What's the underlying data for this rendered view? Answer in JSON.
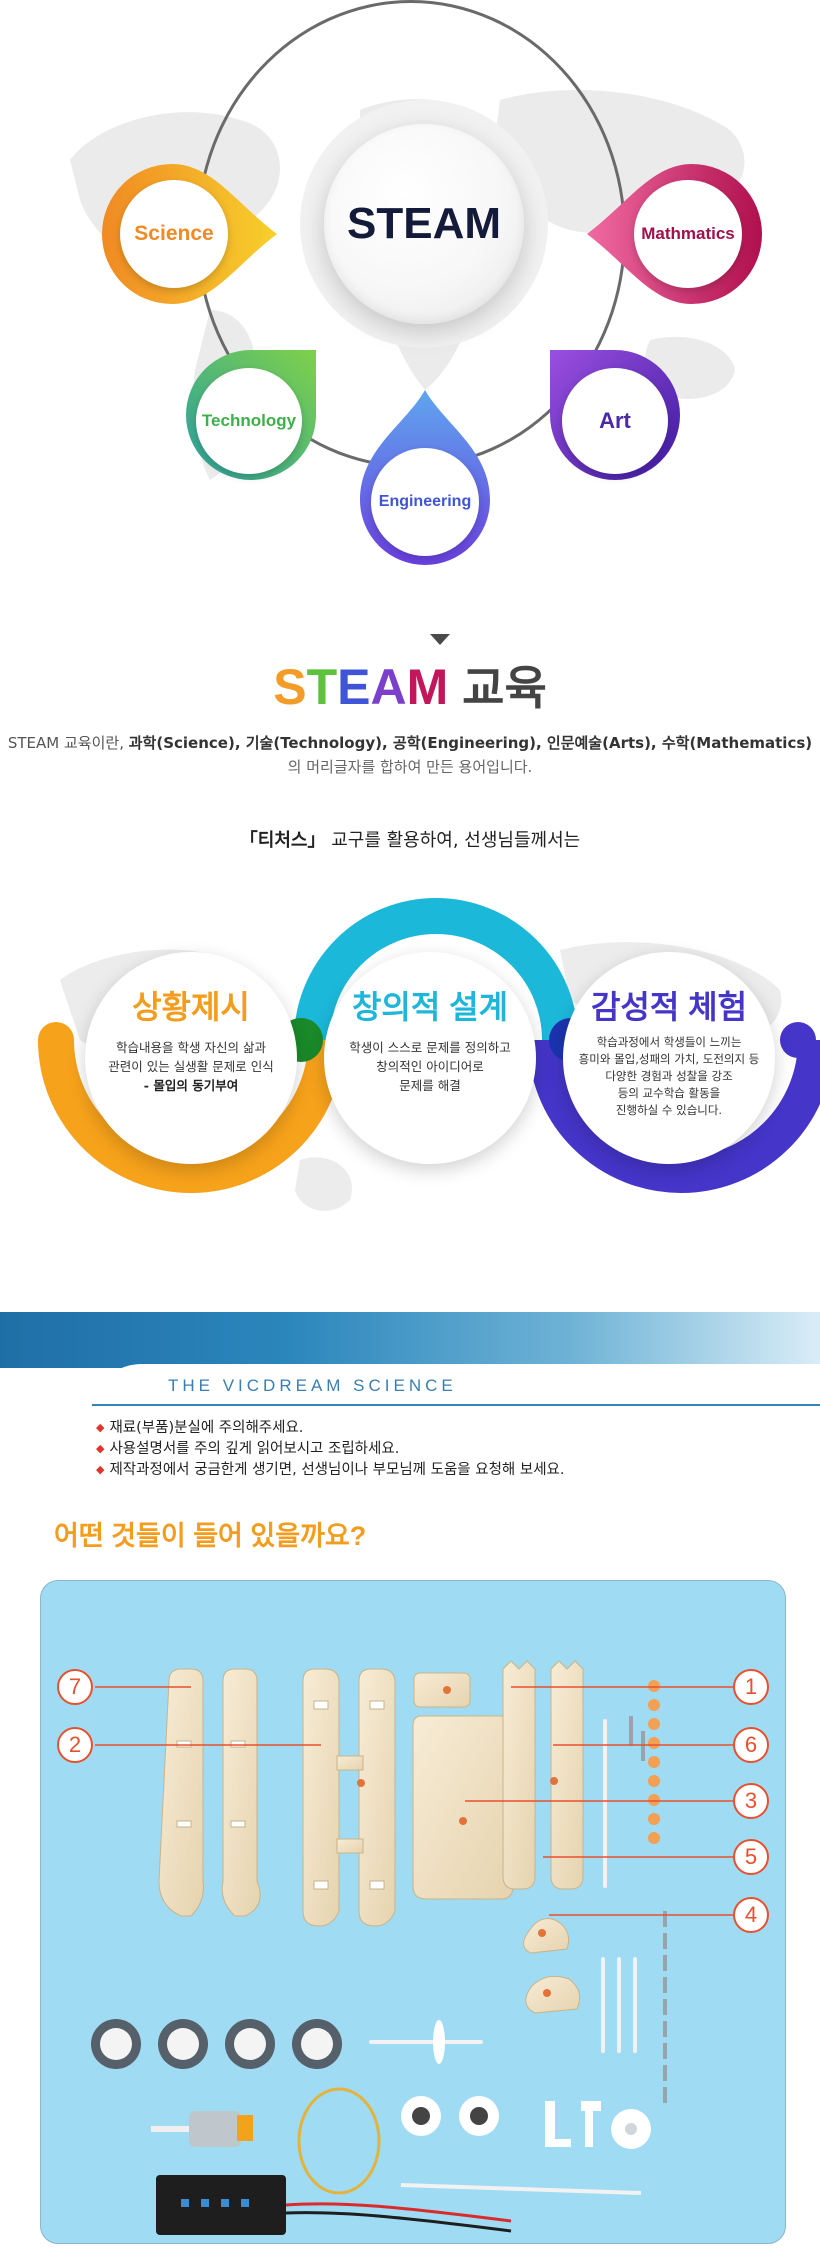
{
  "diagram": {
    "center": "STEAM",
    "nodes": [
      {
        "key": "science",
        "label": "Science",
        "color": "#f39c28"
      },
      {
        "key": "technology",
        "label": "Technology",
        "color": "#5ec23c"
      },
      {
        "key": "engineering",
        "label": "Engineering",
        "color": "#3f55d6"
      },
      {
        "key": "art",
        "label": "Art",
        "color": "#5b2ab5"
      },
      {
        "key": "mathmatics",
        "label": "Mathmatics",
        "color": "#c2185b"
      }
    ]
  },
  "steam_section": {
    "title_letters": [
      "S",
      "T",
      "E",
      "A",
      "M"
    ],
    "title_colors": [
      "#f39c28",
      "#5ec23c",
      "#3f55d6",
      "#7b3fc9",
      "#c2185b"
    ],
    "title_suffix": "교육",
    "desc_prefix": "STEAM 교육이란, ",
    "desc_bold": "과학(Science), 기술(Technology), 공학(Engineering), 인문예술(Arts), 수학(Mathematics)",
    "desc_line2": "의 머리글자를 합하여 만든 용어입니다.",
    "teachers_bold": "「티처스」",
    "teachers_rest": "교구를 활용하여, 선생님들께서는"
  },
  "steps": [
    {
      "title": "상황제시",
      "color": "#f39d1e",
      "lines": [
        "학습내용을 학생 자신의 삶과",
        "관련이 있는 실생활 문제로 인식"
      ],
      "strong": "- 몰입의 동기부여"
    },
    {
      "title": "창의적 설계",
      "color": "#1fb7d9",
      "lines": [
        "학생이 스스로 문제를 정의하고",
        "창의적인 아이디어로",
        "문제를 해결"
      ],
      "strong": ""
    },
    {
      "title": "감성적 체험",
      "color": "#4535c9",
      "lines": [
        "학습과정에서 학생들이 느끼는",
        "흥미와 몰입,성패의 가치, 도전의지 등",
        "다양한 경험과 성찰을 강조",
        "등의 교수학습 활동을",
        "진행하실 수 있습니다."
      ],
      "strong": ""
    }
  ],
  "banner": {
    "text": "THE  VICDREAM  SCIENCE"
  },
  "notes": [
    "재료(부품)분실에 주의해주세요.",
    "사용설명서를 주의 깊게 읽어보시고 조립하세요.",
    "제작과정에서 궁금한게 생기면, 선생님이나 부모님께 도움을 요청해 보세요."
  ],
  "parts": {
    "title": "어떤 것들이 들어 있을까요?",
    "callouts": [
      "7",
      "2",
      "1",
      "6",
      "3",
      "5",
      "4"
    ]
  }
}
